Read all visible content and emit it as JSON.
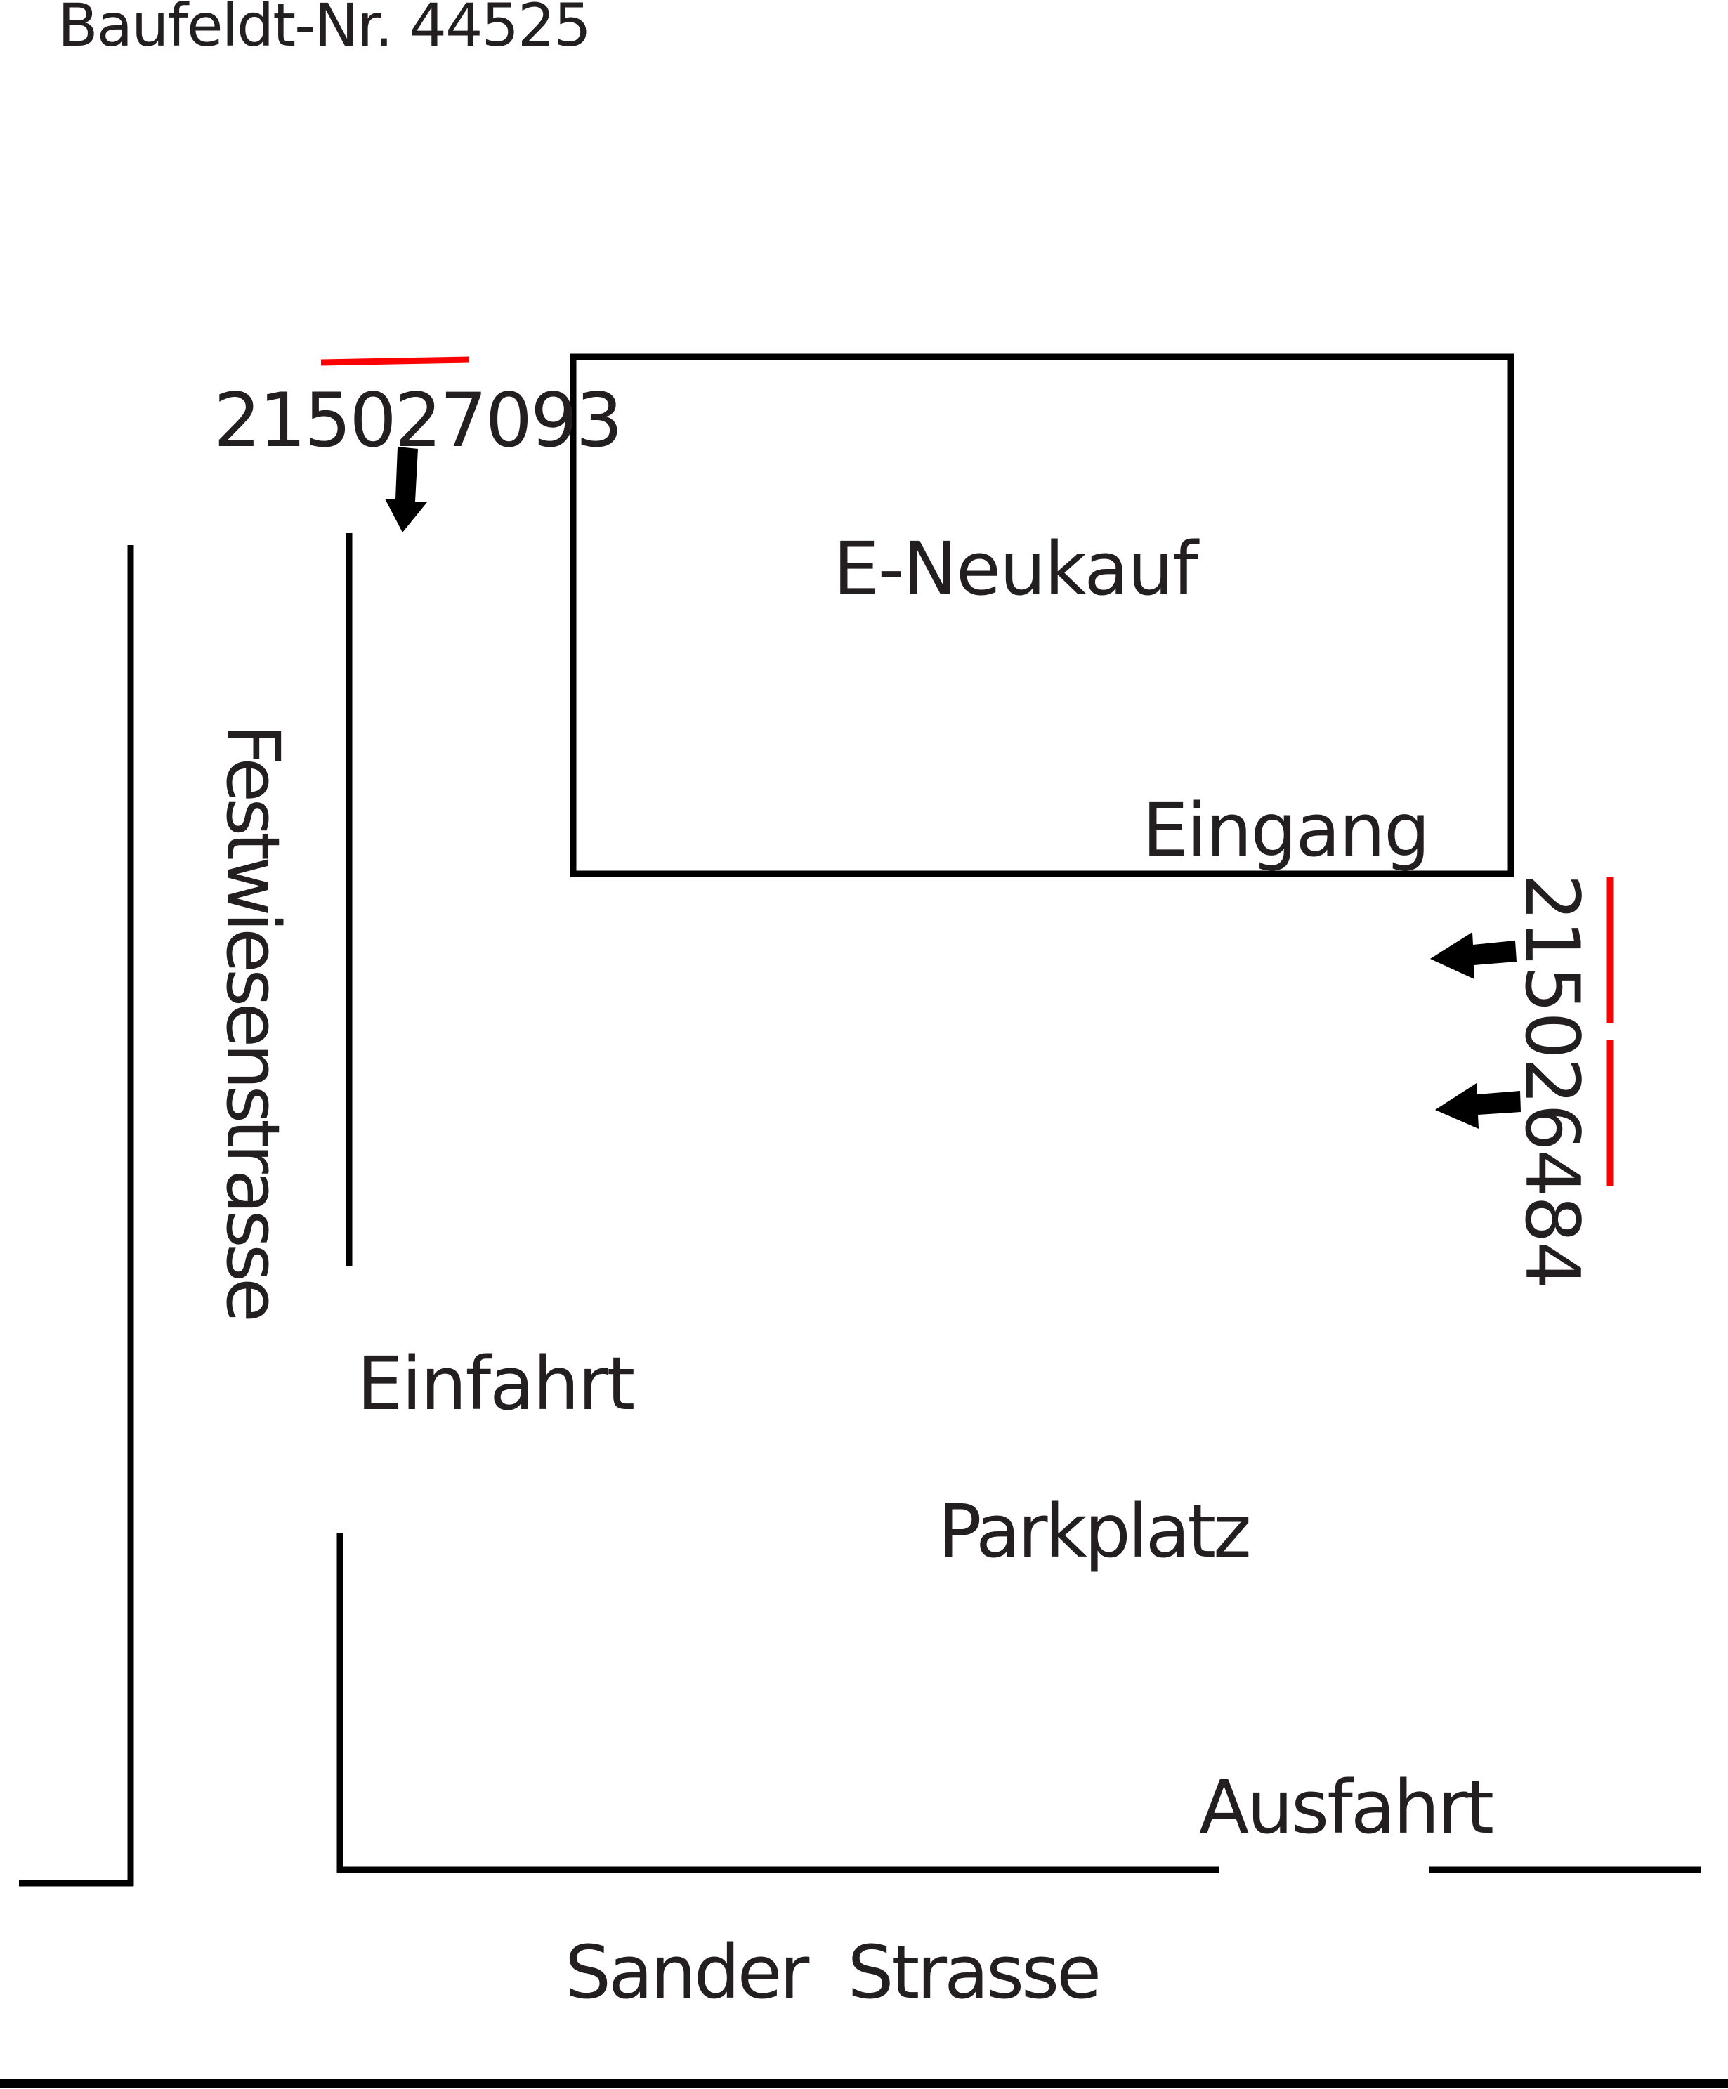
{
  "title": "Baufeldt-Nr. 44525",
  "building": {
    "name": "E-Neukauf",
    "entrance": "Eingang"
  },
  "sign_locations": [
    {
      "id": "215027093",
      "arrow_direction": "down"
    },
    {
      "id": "215026484",
      "arrow_direction": "left",
      "arrow_count": 2
    }
  ],
  "streets": {
    "side": "Festwiesenstrasse",
    "bottom": "Sander  Strasse"
  },
  "lot": {
    "entry": "Einfahrt",
    "parking": "Parkplatz",
    "exit": "Ausfahrt"
  },
  "colors": {
    "line": "#000000",
    "text": "#231f20",
    "marker": "#ff0000"
  }
}
